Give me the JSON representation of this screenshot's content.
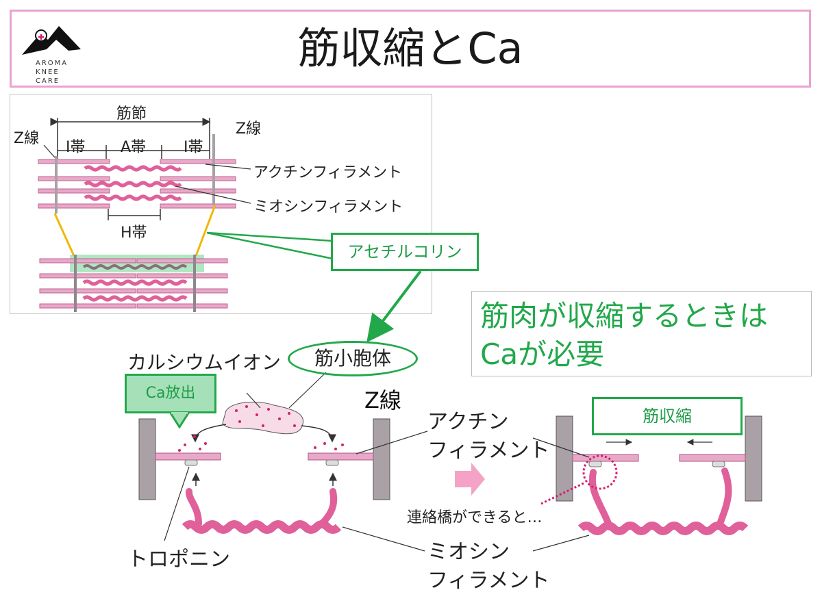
{
  "slide": {
    "title": "筋収縮とCa",
    "logo_text": [
      "AROMA",
      "KNEE",
      "CARE"
    ]
  },
  "sarcomere": {
    "sarcomere": "筋節",
    "z_line_left": "Z線",
    "z_line_right": "Z線",
    "i_band_left": "I帯",
    "a_band": "A帯",
    "i_band_right": "I帯",
    "h_band": "H帯",
    "actin_filament": "アクチンフィラメント",
    "myosin_filament": "ミオシンフィラメント"
  },
  "acetylcholine_label": "アセチルコリン",
  "note": {
    "line1": "筋肉が収縮するときは",
    "line2": "Caが必要"
  },
  "mechanism": {
    "calcium_ion": "カルシウムイオン",
    "sarcoplasmic_reticulum": "筋小胞体",
    "ca_release": "Ca放出",
    "z_line": "Z線",
    "actin_line1": "アクチン",
    "actin_line2": "フィラメント",
    "troponin": "トロポニン",
    "myosin_line1": "ミオシン",
    "myosin_line2": "フィラメント",
    "cross_bridge": "連絡橋ができると…",
    "contraction": "筋収縮"
  },
  "colors": {
    "accent_green": "#22a84a",
    "filament_pink": "#e0609a",
    "title_border": "#e9a3cf",
    "zline_gray": "#a9a1a6",
    "rod_yellow": "#f2b705"
  },
  "icons": [
    "logo-mountain-icon",
    "arrow-right-icon"
  ]
}
